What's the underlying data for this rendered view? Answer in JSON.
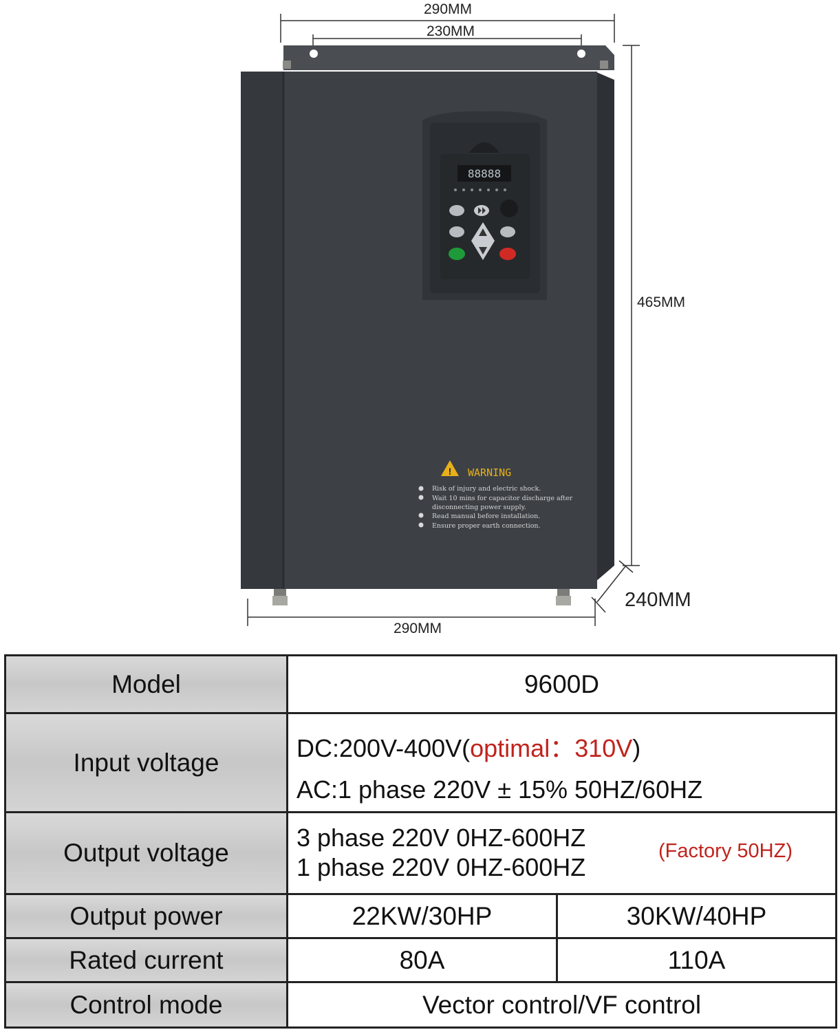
{
  "dimensions": {
    "top_outer": "290MM",
    "top_inner": "230MM",
    "height": "465MM",
    "depth": "240MM",
    "bottom_width": "290MM"
  },
  "display": {
    "digits": "88888"
  },
  "warning": {
    "title": "WARNING",
    "items": [
      "Risk of injury and electric shock.",
      "Wait 10 mins for capacitor discharge after",
      "disconnecting power supply.",
      "Read manual before installation.",
      "Ensure proper earth connection."
    ]
  },
  "table": {
    "model": {
      "label": "Model",
      "value": "9600D"
    },
    "input_voltage": {
      "label": "Input voltage",
      "dc_prefix": "DC:200V-400V(",
      "dc_optimal": "optimal：310V",
      "dc_suffix": ")",
      "ac": "AC:1 phase 220V ± 15% 50HZ/60HZ"
    },
    "output_voltage": {
      "label": "Output voltage",
      "line1": "3 phase 220V 0HZ-600HZ",
      "line2": "1 phase 220V 0HZ-600HZ",
      "factory": "(Factory 50HZ)"
    },
    "output_power": {
      "label": "Output power",
      "v1": "22KW/30HP",
      "v2": "30KW/40HP"
    },
    "rated_current": {
      "label": "Rated current",
      "v1": "80A",
      "v2": "110A"
    },
    "control_mode": {
      "label": "Control mode",
      "value": "Vector control/VF control"
    }
  },
  "colors": {
    "enclosure": "#3d4146",
    "enclosure_dark": "#2c2f33",
    "warning_yellow": "#e8b11a",
    "accent_red": "#c0231c",
    "label_bg": "#d0d0d0"
  }
}
